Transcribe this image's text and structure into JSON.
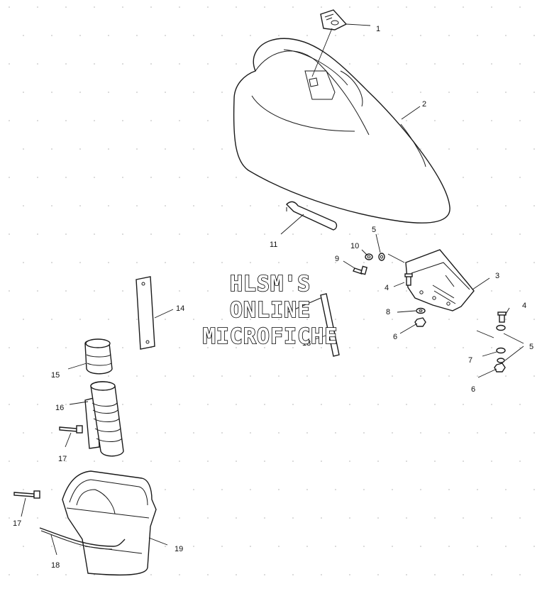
{
  "watermark": {
    "line1": "HLSM'S",
    "line2": "ONLINE",
    "line3": "MICROFICHE",
    "color": "#000000"
  },
  "callouts": [
    {
      "id": "c1",
      "label": "1"
    },
    {
      "id": "c2",
      "label": "2"
    },
    {
      "id": "c3",
      "label": "3"
    },
    {
      "id": "c4a",
      "label": "4"
    },
    {
      "id": "c4b",
      "label": "4"
    },
    {
      "id": "c5a",
      "label": "5"
    },
    {
      "id": "c5b",
      "label": "5"
    },
    {
      "id": "c6a",
      "label": "6"
    },
    {
      "id": "c6b",
      "label": "6"
    },
    {
      "id": "c7",
      "label": "7"
    },
    {
      "id": "c8",
      "label": "8"
    },
    {
      "id": "c9",
      "label": "9"
    },
    {
      "id": "c10",
      "label": "10"
    },
    {
      "id": "c11",
      "label": "11"
    },
    {
      "id": "c13",
      "label": "13"
    },
    {
      "id": "c14",
      "label": "14"
    },
    {
      "id": "c15",
      "label": "15"
    },
    {
      "id": "c16",
      "label": "16"
    },
    {
      "id": "c17a",
      "label": "17"
    },
    {
      "id": "c17b",
      "label": "17"
    },
    {
      "id": "c18",
      "label": "18"
    },
    {
      "id": "c19",
      "label": "19"
    }
  ]
}
